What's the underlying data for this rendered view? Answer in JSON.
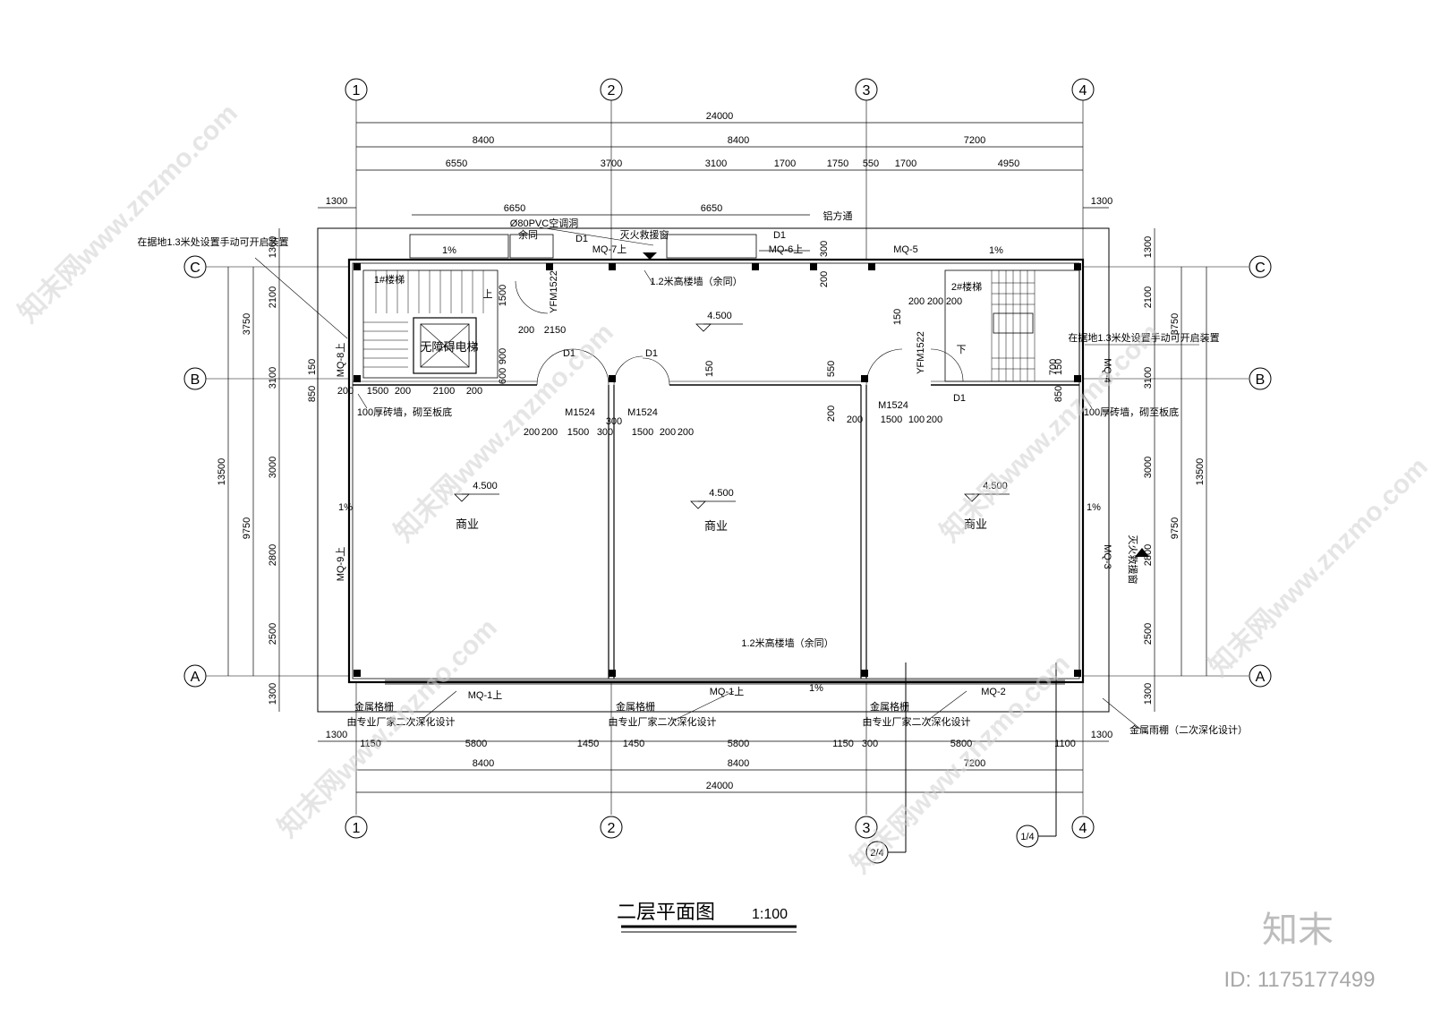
{
  "title": "二层平面图",
  "scale": "1:100",
  "axes_vertical": [
    "1",
    "2",
    "3",
    "4"
  ],
  "axes_horizontal": [
    "C",
    "B",
    "A"
  ],
  "top_dims": {
    "total": "24000",
    "row2": [
      "8400",
      "8400",
      "7200"
    ],
    "row3": [
      "6550",
      "3700",
      "3100",
      "1700",
      "1750",
      "550",
      "1700",
      "4950"
    ],
    "left_margin": "1300",
    "right_margin": "1300",
    "row4": [
      "6650",
      "6650"
    ]
  },
  "bottom_dims": {
    "total": "24000",
    "row2": [
      "8400",
      "8400",
      "7200"
    ],
    "row1": [
      "1300",
      "1150",
      "5800",
      "1450",
      "1450",
      "5800",
      "1150",
      "300",
      "5800",
      "1100",
      "1300"
    ]
  },
  "left_dims": {
    "total": "13500",
    "mid": [
      "3750",
      "9750"
    ],
    "detail": [
      "1300",
      "2100",
      "3100",
      "3000",
      "2800",
      "2500",
      "1300"
    ],
    "small": [
      "150",
      "850",
      "200"
    ]
  },
  "right_dims": {
    "total": "13500",
    "mid": [
      "3750",
      "9750"
    ],
    "detail": [
      "1300",
      "2100",
      "3100",
      "3000",
      "2800",
      "2500",
      "1300"
    ],
    "small": [
      "150",
      "850"
    ]
  },
  "labels": {
    "pvc": "Ø80PVC空调洞",
    "yutong": "余同",
    "fire_window": "灭火救援窗",
    "lvfang": "铝方通",
    "d1": "D1",
    "mq7": "MQ-7上",
    "mq6": "MQ-6上",
    "mq5": "MQ-5",
    "mq8": "MQ-8上",
    "mq9": "MQ-9上",
    "mq4": "MQ-4",
    "mq3": "MQ-3",
    "mq1": "MQ-1上",
    "mq2": "MQ-2",
    "slope": "1%",
    "stair1": "1#楼梯",
    "stair2": "2#楼梯",
    "elevator": "无障碍电梯",
    "yfm": "YFM1522",
    "m1524": "M1524",
    "wall12": "1.2米高楼墙（余同）",
    "wall100": "100厚砖墙，砌至板底",
    "manual_left": "在据地1.3米处设置手动可开启装置",
    "manual_right": "在据地1.3米处设置手动可开启装置",
    "level": "4.500",
    "shop": "商业",
    "grille": "金属格栅",
    "grille_note": "由专业厂家二次深化设计",
    "canopy": "金属雨棚（二次深化设计）",
    "fire_sign": "灭火救援窗",
    "xia": "下",
    "shang": "上",
    "det_1_4": "1/4",
    "det_2_4": "2/4",
    "inner_dims": [
      "1500",
      "200",
      "2150",
      "200",
      "900",
      "600",
      "1500",
      "200",
      "2100",
      "200",
      "200",
      "200",
      "1500",
      "300",
      "1500",
      "200",
      "200",
      "300",
      "150",
      "550",
      "200",
      "200",
      "1500",
      "100",
      "200",
      "200",
      "200",
      "200",
      "150",
      "700",
      "300"
    ]
  },
  "watermark": "知末网www.znzmo.com",
  "brand": "知末",
  "image_id": "ID: 1175177499"
}
